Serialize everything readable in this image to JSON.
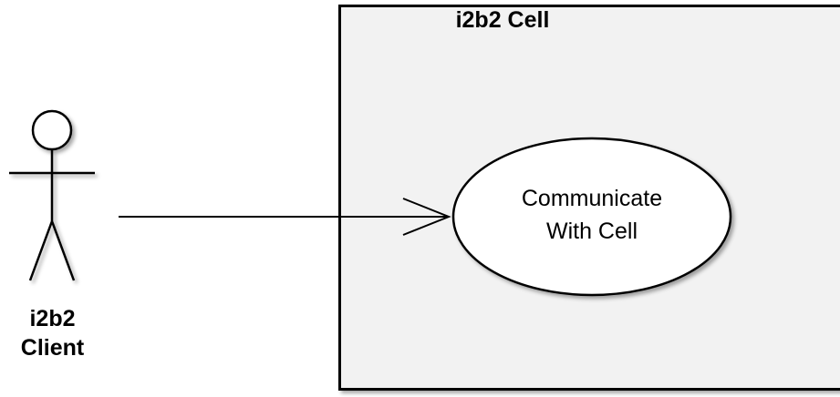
{
  "cell": {
    "title": "i2b2 Cell"
  },
  "actor": {
    "line1": "i2b2",
    "line2": "Client"
  },
  "usecase": {
    "line1": "Communicate",
    "line2": "With Cell"
  },
  "colors": {
    "stroke": "#000000",
    "box_fill": "#f2f2f2",
    "ellipse_fill": "#ffffff"
  }
}
